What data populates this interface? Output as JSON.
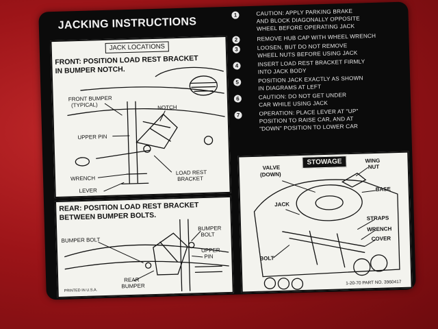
{
  "decal": {
    "title": "JACKING INSTRUCTIONS",
    "steps": [
      {
        "number": "1",
        "lines": [
          "CAUTION: APPLY PARKING BRAKE",
          "AND BLOCK DIAGONALLY OPPOSITE",
          "WHEEL BEFORE OPERATING JACK"
        ]
      },
      {
        "number": "2",
        "lines": [
          "REMOVE HUB CAP WITH WHEEL WRENCH"
        ]
      },
      {
        "number": "3",
        "lines": [
          "LOOSEN, BUT DO NOT REMOVE",
          "WHEEL NUTS BEFORE USING JACK"
        ]
      },
      {
        "number": "4",
        "lines": [
          "INSERT LOAD REST BRACKET FIRMLY",
          "INTO JACK BODY"
        ]
      },
      {
        "number": "5",
        "lines": [
          "POSITION JACK EXACTLY AS SHOWN",
          "IN DIAGRAMS AT LEFT"
        ]
      },
      {
        "number": "6",
        "lines": [
          "CAUTION: DO NOT GET UNDER",
          "CAR WHILE USING JACK"
        ]
      },
      {
        "number": "7",
        "lines": [
          "OPERATION: PLACE LEVER AT \"UP\"",
          "POSITION TO RAISE CAR, AND AT",
          "\"DOWN\" POSITION TO LOWER CAR"
        ]
      }
    ],
    "front_panel": {
      "header": "JACK LOCATIONS",
      "headline_1": "FRONT: POSITION LOAD REST BRACKET",
      "headline_2": "IN BUMPER NOTCH.",
      "labels": {
        "front_bumper_1": "FRONT BUMPER",
        "front_bumper_2": "(TYPICAL)",
        "notch": "NOTCH",
        "upper_pin": "UPPER PIN",
        "wrench": "WRENCH",
        "load_rest_1": "LOAD REST",
        "load_rest_2": "BRACKET",
        "lever": "LEVER"
      }
    },
    "rear_panel": {
      "headline_1": "REAR: POSITION LOAD REST BRACKET",
      "headline_2": "BETWEEN BUMPER BOLTS.",
      "labels": {
        "bumper_bolt_left": "BUMPER BOLT",
        "bumper_bolt_right_1": "BUMPER",
        "bumper_bolt_right_2": "BOLT",
        "upper_pin_1": "UPPER",
        "upper_pin_2": "PIN",
        "rear_bumper_1": "REAR",
        "rear_bumper_2": "BUMPER",
        "printed": "PRINTED IN U.S.A."
      }
    },
    "stowage_panel": {
      "header": "STOWAGE",
      "labels": {
        "valve_1": "VALVE",
        "valve_2": "(DOWN)",
        "wing_nut_1": "WING",
        "wing_nut_2": "NUT",
        "base": "BASE",
        "jack": "JACK",
        "straps": "STRAPS",
        "wrench": "WRENCH",
        "cover": "COVER",
        "bolt": "BOLT"
      },
      "part_number": "1-20-70  PART NO. 3960417"
    }
  },
  "colors": {
    "paint": "#9c1418",
    "decal_black": "#0b0b0b",
    "decal_white": "#f3f3ee"
  }
}
